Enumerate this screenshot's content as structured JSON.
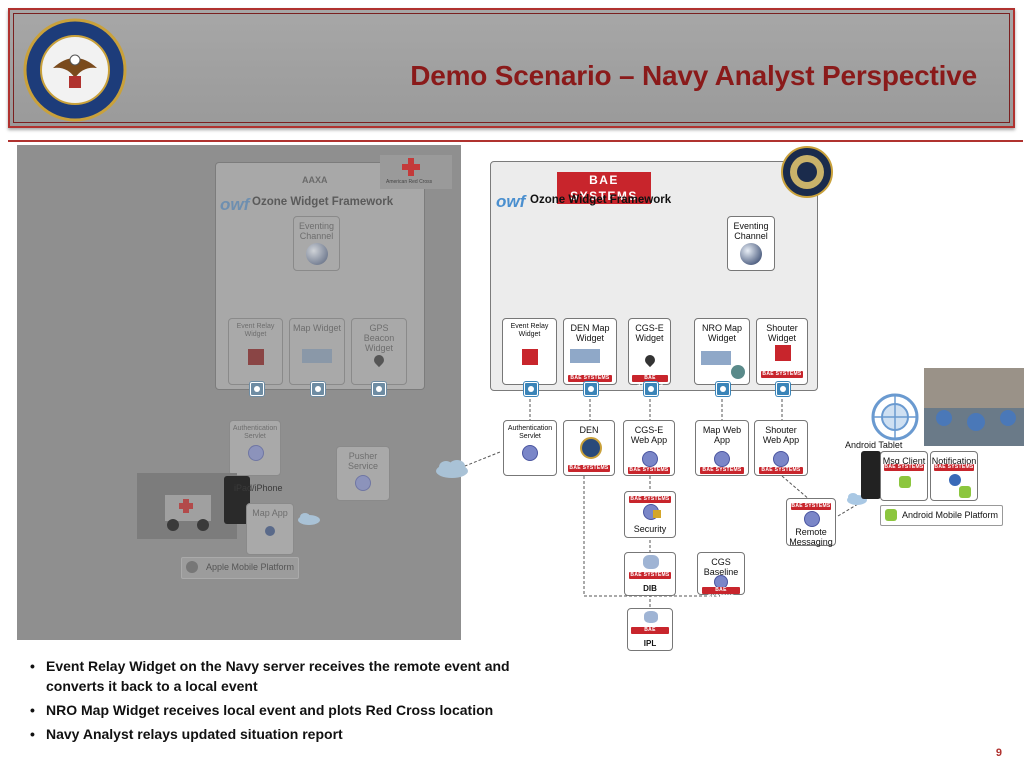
{
  "slide": {
    "title": "Demo Scenario – Navy Analyst Perspective",
    "page_number": "9"
  },
  "left_panel": {
    "framework_title": "Ozone Widget Framework",
    "owf_logo": "owf",
    "red_cross_label": "American Red Cross",
    "eventing_channel": "Eventing Channel",
    "widgets": [
      "Event Relay Widget",
      "Map Widget",
      "GPS Beacon Widget"
    ],
    "auth_servlet": "Authentication Servlet",
    "pusher_service": "Pusher Service",
    "ipad_label": "iPad/iPhone",
    "map_app": "Map App",
    "apple_platform": "Apple Mobile Platform"
  },
  "right_panel": {
    "bae_label": "BAE SYSTEMS",
    "framework_title": "Ozone Widget Framework",
    "owf_logo": "owf",
    "eventing_channel": "Eventing Channel",
    "widgets": [
      "Event Relay Widget",
      "DEN Map Widget",
      "CGS-E Widget",
      "NRO Map Widget",
      "Shouter Widget"
    ],
    "services": [
      "Authentication Servlet",
      "DEN",
      "CGS-E Web App",
      "Map Web App",
      "Shouter Web App"
    ],
    "security": "Security",
    "dib": "DIB",
    "ipl": "IPL",
    "cgs_baseline": "CGS Baseline",
    "remote_messaging": "Remote Messaging",
    "android_tablet": "Android Tablet",
    "msg_client": "Msg Client",
    "notification": "Notification",
    "android_platform": "Android Mobile Platform"
  },
  "bullets": [
    "Event Relay Widget on the Navy server receives the remote event and converts it back to a local event",
    "NRO Map Widget receives local event and plots Red Cross location",
    "Navy Analyst relays updated situation report"
  ],
  "colors": {
    "accent_red": "#b0322f",
    "title_red": "#8a1a1a",
    "bae_red": "#c8252c",
    "port_blue": "#3a84b8"
  }
}
